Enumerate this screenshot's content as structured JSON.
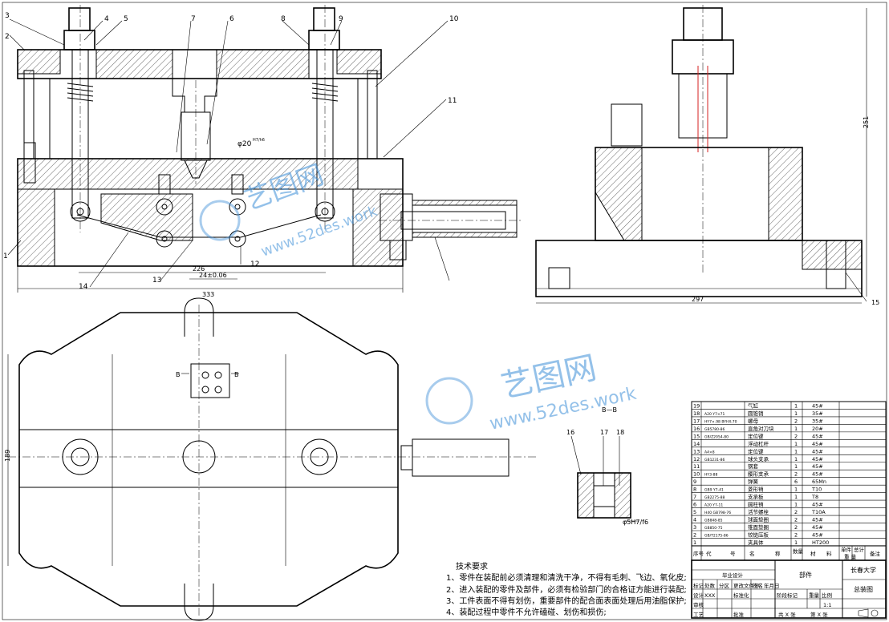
{
  "front_view": {
    "balloons": [
      "1",
      "2",
      "3",
      "4",
      "5",
      "6",
      "7",
      "8",
      "9",
      "10",
      "11",
      "12",
      "13",
      "14"
    ],
    "dim_bore": "φ20",
    "dim_bore_fit": "H7/h6",
    "dim_overall": "333",
    "dim_a": "226",
    "dim_b": "24±0.06"
  },
  "side_view": {
    "balloon_15": "15",
    "dim_height": "251",
    "dim_width": "297"
  },
  "plan_view": {
    "dim_height": "189",
    "section_mark": "B"
  },
  "section_bb": {
    "title": "B—B",
    "balloons": [
      "16",
      "17",
      "18"
    ],
    "dim_fit": "φ5H7/f6"
  },
  "watermark": {
    "brand": "艺图网",
    "url": "www.52des.work"
  },
  "tech_notes": {
    "heading": "技术要求",
    "lines": [
      "1、零件在装配前必须清理和清洗干净，不得有毛刺、飞边、氧化皮;",
      "2、进入装配的零件及部件，必须有检验部门的合格证方能进行装配;",
      "3、工件表面不得有划伤，重要部件的配合面表面处理后用油脂保护;",
      "4、装配过程中零件不允许磕碰、划伤和损伤;"
    ]
  },
  "bom": {
    "rows": [
      [
        "19",
        "",
        "气缸",
        "1",
        "45#"
      ],
      [
        "18",
        "A20 Y7×71",
        "圆锥销",
        "1",
        "35#"
      ],
      [
        "17",
        "HY7×.98 BYHX-70",
        "螺母",
        "2",
        "35#"
      ],
      [
        "16",
        "GB5780-86",
        "直角对刀块",
        "1",
        "20#"
      ],
      [
        "15",
        "GB/Z2054-80",
        "定位键",
        "2",
        "45#"
      ],
      [
        "14",
        "",
        "浮动杠杆",
        "1",
        "45#"
      ],
      [
        "13",
        "A4×8",
        "定位键",
        "1",
        "45#"
      ],
      [
        "12",
        "GB1231-86",
        "球头支承",
        "1",
        "45#"
      ],
      [
        "11",
        "",
        "钢套",
        "1",
        "45#"
      ],
      [
        "10",
        "HY3-88",
        "腰形支承",
        "2",
        "45#"
      ],
      [
        "9",
        "",
        "弹簧",
        "6",
        "65Mn"
      ],
      [
        "8",
        "GB9 Y7-41",
        "菱形销",
        "1",
        "T10"
      ],
      [
        "7",
        "GB2275-88",
        "支承板",
        "1",
        "T8"
      ],
      [
        "6",
        "A20 Y7-11",
        "圆柱销",
        "1",
        "45#"
      ],
      [
        "5",
        "H40 GB798-76",
        "活节螺栓",
        "2",
        "T10A"
      ],
      [
        "4",
        "GB848-85",
        "球面垫圈",
        "2",
        "45#"
      ],
      [
        "3",
        "GB850-75",
        "锥面垫圈",
        "2",
        "45#"
      ],
      [
        "2",
        "GB/T2175-86",
        "铰链压板",
        "2",
        "45#"
      ],
      [
        "1",
        "",
        "夹具体",
        "1",
        "HT200"
      ]
    ],
    "header": [
      "序号",
      "代",
      "号",
      "名",
      "称",
      "数量",
      "材",
      "料",
      "单件",
      "总计",
      "备注"
    ],
    "header_sub": "重 量"
  },
  "title_block": {
    "part_name": "部件",
    "school": "长春大学",
    "drawing_name": "总装图",
    "scale_label": "比例",
    "scale": "1:1",
    "weight_label": "重量",
    "stage_label": "阶段标记",
    "sheet_total": "共 X 张",
    "sheet_no": "第 X 张",
    "designer_label": "设计",
    "designer": "XXX",
    "std_label": "标准化",
    "review_label": "审核",
    "process_label": "工艺",
    "approve_label": "批准",
    "mark_label": "标记",
    "count_label": "处数",
    "area_label": "分区",
    "change_label": "更改文件号",
    "sign_label": "签名",
    "date_label": "年月日",
    "project": "毕业设计"
  }
}
